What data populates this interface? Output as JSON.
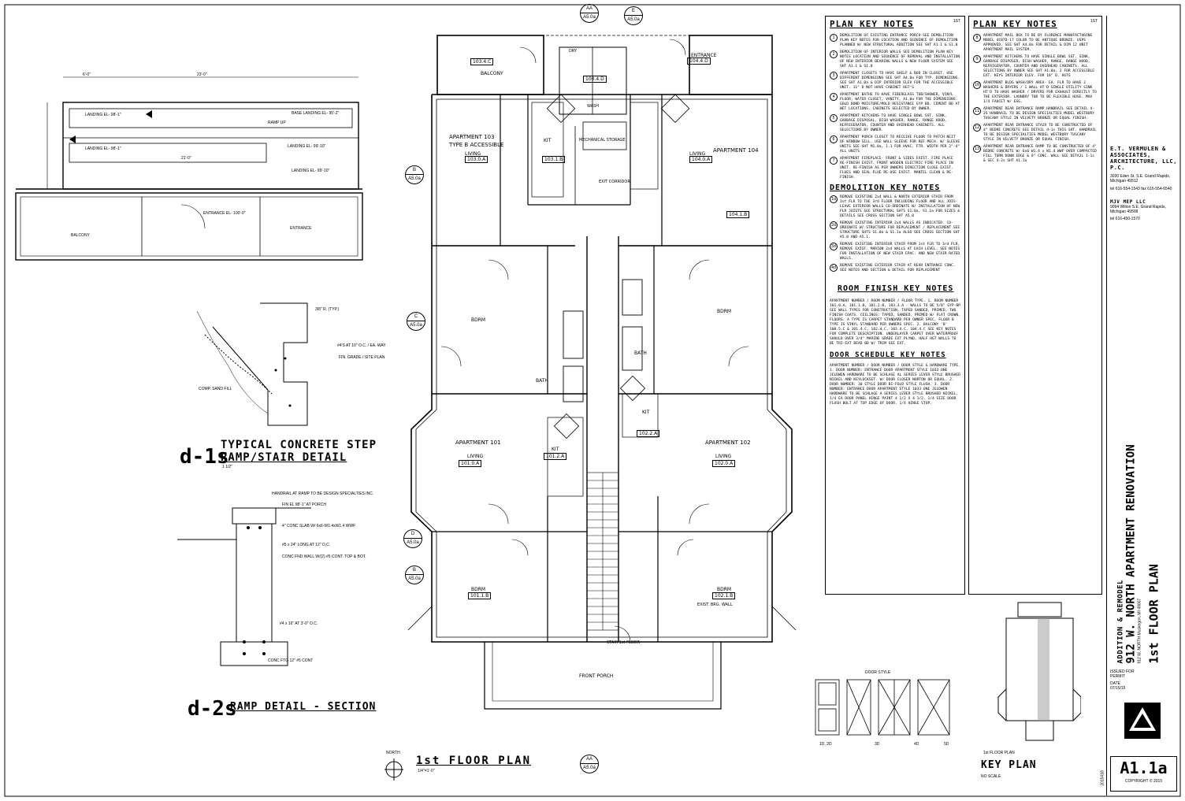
{
  "plan": {
    "title": "1st FLOOR PLAN",
    "scale": "1/4\"=1'-0\"",
    "north": "NORTH",
    "rooms": {
      "apt103": "APARTMENT 103",
      "apt103_sub": "TYPE B ACCESSIBLE",
      "apt104": "APARTMENT 104",
      "apt101": "APARTMENT 101",
      "apt102": "APARTMENT 102",
      "living": "LIVING",
      "kit": "KIT",
      "bdrm": "BDRM",
      "bath": "BATH",
      "balcony": "BALCONY",
      "entrance": "ENTRANCE",
      "mech": "MECHANICAL STORAGE",
      "exit_corridor": "EXIT CORRIDOR",
      "front_porch": "FRONT PORCH",
      "stair": "STAIR 1st FLOOR",
      "exist_wall": "EXIST. BRG. WALL",
      "wash": "WASH",
      "dry": "DRY"
    },
    "tags": [
      "103.0.A",
      "103.1.B",
      "104.0.A",
      "104.1.B",
      "101.0.A",
      "102.0.A",
      "101.1.B",
      "102.1.B",
      "101.2.A",
      "102.2.A",
      "103.4.C",
      "100.4.D",
      "104.4.D"
    ]
  },
  "inset": {
    "landing1": "LANDING EL- 98'-1\"",
    "landing2": "BASE LANDING EL- 95'-2\"",
    "landing3": "LANDING EL- 99'-10\"",
    "landing4": "LANDING EL- 99'-10\"",
    "entrance_el": "ENTRANCE EL- 100'-0\"",
    "ramp": "RAMP UP",
    "entrance": "ENTRANCE",
    "balcony": "BALCONY",
    "dim_top": "23'-0\"",
    "dim_left": "6'-0\"",
    "dim_mid": "21'-0\""
  },
  "details": {
    "d1_code": "d-1s",
    "d1_title": "TYPICAL CONCRETE STEP",
    "d1_sub": "RAMP/STAIR DETAIL",
    "d1_scale": "1 1/2\"",
    "d1_notes": [
      "3/8\" R. (TYP.)",
      "#4'S AT 10\" O.C. / EA. WAY",
      "FIN. GRADE / SITE PLAN",
      "COMP. SAND FILL"
    ],
    "d2_code": "d-2s",
    "d2_title": "RAMP DETAIL - SECTION",
    "d2_notes": [
      "HANDRAIL AT RAMP TO BE DESIGN SPECIALTIES INC.",
      "FIN EL 98'-1\" AT PORCH",
      "4\" CONC SLAB W/ 6x6-W1.4xW1.4 WWF",
      "#5 x 24\" LONG AT 12\" O.C.",
      "CONC FND WALL W/(2) #5 CONT. TOP & BOT.",
      "#4 x 16\" AT 3'-0\" O.C.",
      "CONC FTG 12\" #5 CONT"
    ]
  },
  "notes1": {
    "title": "PLAN KEY NOTES",
    "sheet_ref": "1ST",
    "items": [
      {
        "n": "1",
        "t": "DEMOLITION OF EXISTING ENTRANCE PORCH-SEE DEMOLITION PLAN KEY NOTES FOR LOCATION AND SEQUENCE OF DEMOLITION PLANNED W/ NEW STRUCTURAL ADDITION SEE SHT A1.1 & S1.0"
      },
      {
        "n": "2",
        "t": "DEMOLITION OF INTERIOR WALLS SEE DEMOLITION PLAN KEY NOTES LOCATION AND SEQUENCE OF REMOVAL AND INSTALLATION OF NEW INTERIOR BEARING WALLS & NEW FLOOR SYSTEM SEE SHT A1.1 & S1.0"
      },
      {
        "n": "3",
        "t": "APARTMENT CLOSETS TO HAVE SHELF & ROD IN CLOSET. USE DIFFERENT DIMENSIONS SEE SHT A4.0a FOR TYP. DIMENSIONS. SEE SHT A1.0a & DIP INTERIOR ELEV FOR THE ACCESSIBLE UNIT. 11\" D NOT HAVE CABINET HGT'S"
      },
      {
        "n": "4",
        "t": "APARTMENT BATHS TO HAVE FIBERGLASS TUB/SHOWER, VINYL FLOOR, WATER CLOSET, VANITY, A1.0a FOR THE DIMENSIONS. GOLD BOND MOISTURE/MOLD RESISTANCE GYP BD. CEMENT BD AT WET LOCATIONS. CABINETS SELECTED BY OWNER."
      },
      {
        "n": "5",
        "t": "APARTMENT KITCHENS TO HAVE SINGLE BOWL SST. SINK, GARBAGE DISPOSAL, DISH WASHER, RANGE, RANGE HOOD, REFRIGERATOR, COUNTER AND OVERHEAD CABINETS. ALL SELECTIONS BY OWNER."
      },
      {
        "n": "6",
        "t": "APARTMENT PORCH CLOSET TO RECEIVE FLOOR TO PATCH NEIT OF WINDOW SILL. USE WALL SLEEVE FOR REF MECH. W/ SLEEVE UNITS SEE SHT M1.0a, 1.1 FOR HVAC. FTR. WIDTH PER 2\"-4\" ALL UNITS"
      },
      {
        "n": "7",
        "t": "APARTMENT FIREPLACE- FRONT & SIDES EXIST. FIRE PLACE RE-FINISH EXIST. FRONT WOODEN ELECTRIC FIRE PLACE IN UNIT. RE-FINISH AS PER OWNERS DIRECTION CLOSE EXIST. FLUES AND SEAL FLUE RE-USE EXIST. MANTEL CLEAN & RE-FINISH."
      }
    ],
    "demo_title": "DEMOLITION KEY NOTES",
    "demo_items": [
      {
        "n": "1d",
        "t": "REMOVE EXISTING 2x4 WALL & NORTH EXTERIOR STAIR FROM 1st FLR TO THE 3rd FLOOR INCLUDING FLOOR AND ALL JOIS- LEAVE EXTERIOR WALLS CO-ORDINATE W/ INSTALLATION OF NEW FLR JOISTS SEE STRUCTURAL SHTS S1.0a, S1.1a FOR SIZES & DETAILS SEE CROSS SECTION SHT A5.0"
      },
      {
        "n": "2d",
        "t": "REMOVE EXISTING INTERIOR 2x4 WALLS AS INDICATED. CO-ORDINATE W/ STRUCTURE FOR REPLACEMENT / REPLACEMENT SEE STRUCTURE SHTS S1.0a & S1.1a ALSO SEE CROSS SECTION SHT A5.0 AND A5.1."
      },
      {
        "n": "3d",
        "t": "REMOVE EXISTING INTERIOR STAIR FROM 1st FLR TO 3rd FLR, REMOVE EXIST. MARION 2x4 WALLS AT EACH LEVEL. SEE NOTES FOR INSTALLATION OF NEW STAIR EPAC. AND NEW STAIR RATED WALLS."
      },
      {
        "n": "4d",
        "t": "REMOVE EXISTING EXTERIOR STAIR AT REAR ENTRANCE CONC. SEE NOTES AND SECTION & DETAIL FOR REPLACEMENT"
      }
    ],
    "finish_title": "ROOM FINISH KEY NOTES",
    "finish_text": "APARTMENT NUMBER / ROOM NUMBER / FLOOR TYPE. 1. ROOM NUMBER 101.0.A, 101.1.B, 101.2.B, 103.3.A - WALLS TO BE 5/8\" GYP-BP SEE WALL TYPES FOR CONSTRUCTION, TAPED SANDED, PRIMED, TWO FINISH COATS. CEILINGS: TAPED, SANDED, PRIMED W/ FLAT CROWN. FLOORS: A TYPE IS CARPET STANDARD PER OWNER SPEC. FLOOR B TYPE IS VINYL STANDARD PER OWNERS SPEC. 2. BALCONY 'B' 100.5.C & 101.4.C, 102.4.C, 103.4.C, 104.4.C SEE KEY NOTES FOR COMPLETE DESCRIPTION. UNDERLAYER CARPET OVER WATERPROOF SHOULD OVER 3/4\" MARINE GRADE EXT PLYWD. HALF HGT WALLS TO BE TRI-EXT BEAD BD W/ TRIM SEE EXT.",
    "door_title": "DOOR SCHEDULE KEY NOTES",
    "door_text": "APARTMENT NUMBER / DOOR NUMBER / DOOR STYLE & HARDWARE TYPE. 1. DOOR NUMBER: ENTRANCE DOOR APARTMENT STYLE 1033 ONE JELDWEN HARDWARE TO BE SCHLAGE AL SERIES LEVER STYLE BRUSHED NICKEL AND KEYLOCKSET. W/ DOOR CLOSER NORTON OR EQUAL. 2. DOOR NUMBER: 30 STYLE DOOR BI-FOLD STYLE FLUSH. 3. DOOR NUMBER: ENTRANCE DOOR APARTMENT STYLE 1033 ONE JELDWEN HARDWARE TO BE SCHLAGE A SERIES LEVER STYLE BRUSHED NICKEL. 1/4 EA DOOR PANEL HINGE PAINT 4 1/2 X 4 1/2. 1/4 SIZE DOOR FLUSH BOLT AT TOP EDGE OF DOOR. 1/4 HINGE STOP."
  },
  "notes2": {
    "title": "PLAN KEY NOTES",
    "sheet_ref": "1ST",
    "items": [
      {
        "n": "8",
        "t": "APARTMENT MAIL BOX TO BE BY FLORENCE MANUFACTURING MODEL 4C07D-17 COLOR TO BE ANTIQUE BRONZE. USPS APPROVED. SEE SHT A4.0a FOR DETAIL & DIM 12 UNIT APARTMENT MAIL SYSTEM."
      },
      {
        "n": "9",
        "t": "APARTMENT KITCHENS TO HAVE SINGLE BOWL SST. SINK, GARBAGE DISPOSER, DISH WASHER, RANGE, RANGE HOOD, REFRIGERATOR, COUNTER AND OVERHEAD CABINETS. ALL SELECTIONS BY OWNER SEE SHT A1.0a, 2 FOR ACCESSIBLE EXT. KEYS INTERIOR ELEV. FOR 18\" D. HGTS"
      },
      {
        "n": "10",
        "t": "APARTMENT BLDG WASH/DRY AREA- EA. FLR TO HAVE 2 WASHERS & DRYERS / 1 WALL HT'D SINGLE UTILITY SINK HT'D TO HAVE WASHER / DRYERS FOR EXHAUST DIRECTLY TO THE EXTERIOR. LAUNDRY TUB TO BE FLEXIBLE HOSE. MAX 1/4 FAUCET W/ EGG."
      },
      {
        "n": "11",
        "t": "APARTMENT REAR ENTRANCE RAMP HANDRAIL SEE DETAIL 4-2S HANDRAIL TO BE DESIGN SPECIALTIES MODEL WESTBURY TUSCANY STYLE IN VELVETY BRONZE OR EQUAL FINISH."
      },
      {
        "n": "12",
        "t": "APARTMENT REAR ENTRANCE STAIR TO BE CONSTRUCTED OF 4\" BEDRE CONCRETE SEE DETAIL d-1s THIS SHT. HANDRAIL TO BE DESIGN SPECIALTIES MODEL WESTBURY TUSCANY STYLE IN VELVETY BRONZE OR EQUAL FINISH."
      },
      {
        "n": "13",
        "t": "APARTMENT REAR ENTRANCE RAMP TO BE CONSTRUCTED OF 4\" BEDRE CONCRETE W/ 6x6 W1.4 x W1.4 WWF OVER COMPACTED FILL TURN DOWN EDGE & 8\" CONC. WALL SEE DETAIL 1-1s & SEC 4-2s SHT A1.1a"
      }
    ]
  },
  "titleblock": {
    "firm": "E.T. VERMULEN & ASSOCIATES, ARCHITECTURE, LLC, P.C.",
    "firm_addr": "3030 Eden St. S.E. Grand Rapids, Michigan 49512",
    "firm_tel": "tel 616-554-1543 fax 616-554-6540",
    "mep": "MJV MEP LLC",
    "mep_addr": "9094 Wilton S.E. Grand Rapids, Michigan 49508",
    "mep_tel": "tel 616-450-1570",
    "project": "ADDITION & REMODEL",
    "project_name": "912 W. NORTH APARTMENT RENOVATION",
    "project_addr": "912 W. NORTH Muskegon, MI 49007",
    "sheet_title": "1st FLOOR PLAN",
    "issued_for": "ISSUED FOR",
    "issued_val": "PERMIT",
    "date_label": "DATE",
    "date_val": "07/15/15",
    "sheet_no": "A1.1a",
    "job_no": "2015418",
    "copyright": "COPYRIGHT © 2015"
  },
  "keyplan": {
    "title": "KEY PLAN",
    "scale": "NO SCALE",
    "sub": "1st FLOOR PLAN"
  },
  "doorstyle": {
    "title": "DOOR STYLE",
    "labels": [
      "1D, 2D",
      "3D",
      "4D",
      "5D"
    ]
  },
  "section_marks": {
    "aa": "AA",
    "aa_ref": "A5.0a",
    "e": "E",
    "e_ref": "A5.0a",
    "b": "B",
    "c": "C",
    "d": "D",
    "ref": "A5.0a"
  }
}
